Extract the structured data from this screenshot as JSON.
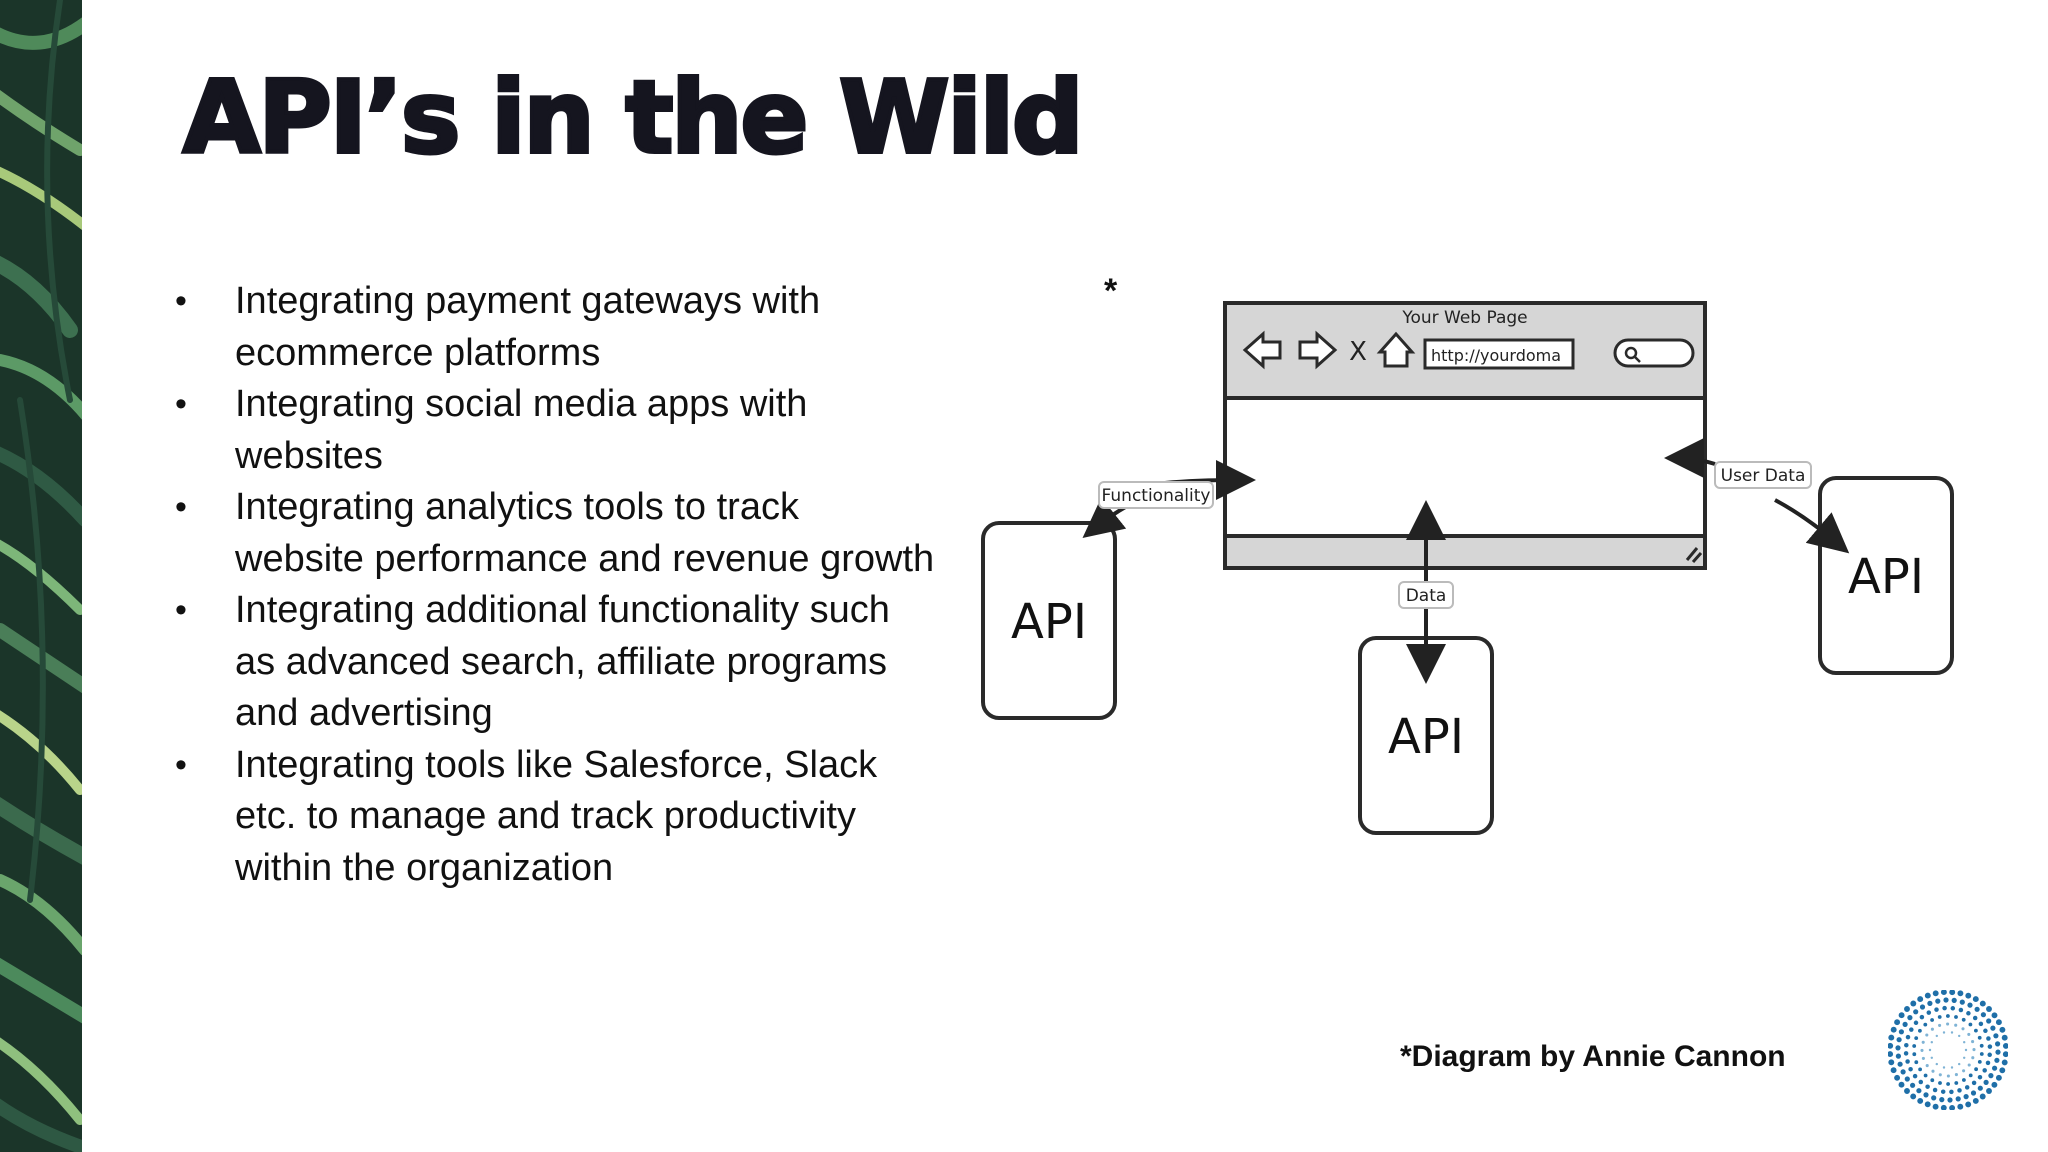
{
  "slide": {
    "title": "API’s in the Wild",
    "bullets": [
      "Integrating payment gateways with ecommerce platforms",
      "Integrating social media apps with websites",
      "Integrating analytics tools to track website performance and revenue growth",
      "Integrating additional functionality such as advanced search, affiliate programs and advertising",
      "Integrating tools like Salesforce, Slack etc. to manage and track productivity within the organization"
    ],
    "asterisk": "*",
    "caption": "*Diagram by Annie Cannon"
  },
  "diagram": {
    "browser_title": "Your Web Page",
    "url_text": "http://yourdoma",
    "close_glyph": "X",
    "labels": {
      "functionality": "Functionality",
      "user_data": "User Data",
      "data": "Data"
    },
    "api_boxes": [
      "API",
      "API",
      "API"
    ]
  }
}
